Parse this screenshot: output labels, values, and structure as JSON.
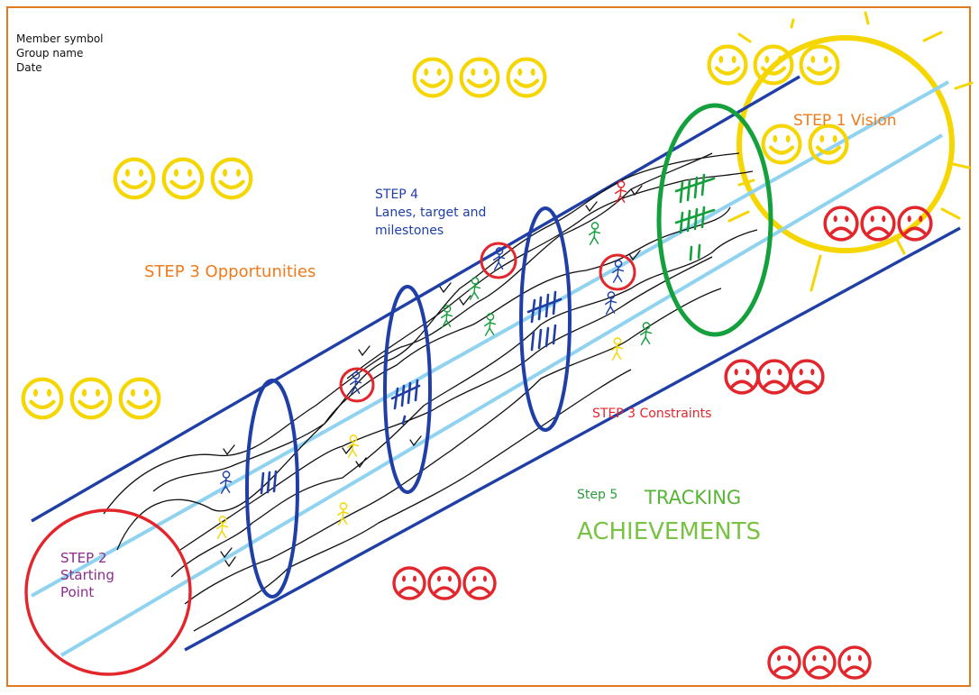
{
  "meta": {
    "line1": "Member symbol",
    "line2": "Group name",
    "line3": "Date"
  },
  "labels": {
    "step1_vision": "STEP 1 Vision",
    "step2_line1": "STEP 2",
    "step2_line2": "Starting",
    "step2_line3": "Point",
    "step3_opportunities": "STEP 3 Opportunities",
    "step3_constraints": "STEP 3 Constraints",
    "step4_line1": "STEP 4",
    "step4_line2": "Lanes, target and",
    "step4_line3": "milestones",
    "step5": "Step 5",
    "tracking": "TRACKING",
    "achievements": "ACHIEVEMENTS"
  },
  "icons": {
    "happy": "smiley-face-icon",
    "sad": "frowny-face-icon",
    "sun": "sun-icon",
    "person": "stick-figure-icon"
  },
  "colors": {
    "frame": "#e07a1f",
    "pipe_border": "#1f3fa6",
    "lane": "#8fd3f0",
    "smiley": "#f5d600",
    "frowny": "#e2262c",
    "sun": "#f5d600",
    "start_ring": "#e2262c",
    "vision_ring": "#14a03c"
  }
}
